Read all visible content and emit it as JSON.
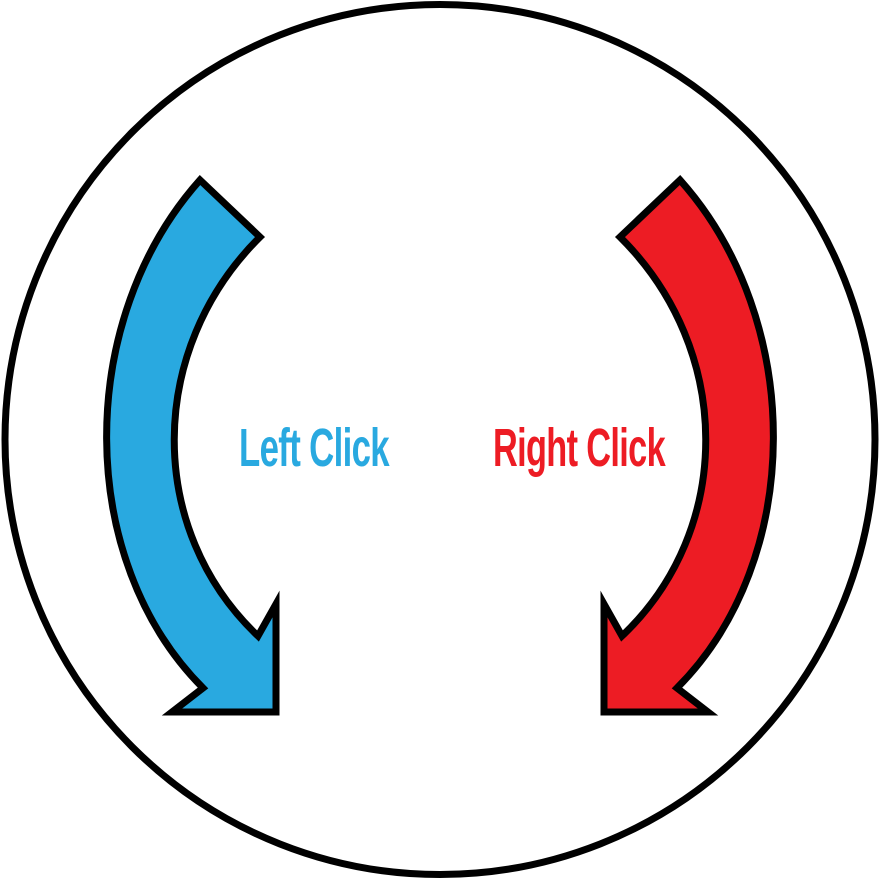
{
  "labels": {
    "left": "Left Click",
    "right": "Right Click"
  },
  "colors": {
    "left": "#29A9E0",
    "right": "#ED1C24",
    "outline": "#000000",
    "background": "#FFFFFF"
  },
  "icons": {
    "left_arrow": "curved-arrow-counterclockwise-down",
    "right_arrow": "curved-arrow-clockwise-down"
  }
}
